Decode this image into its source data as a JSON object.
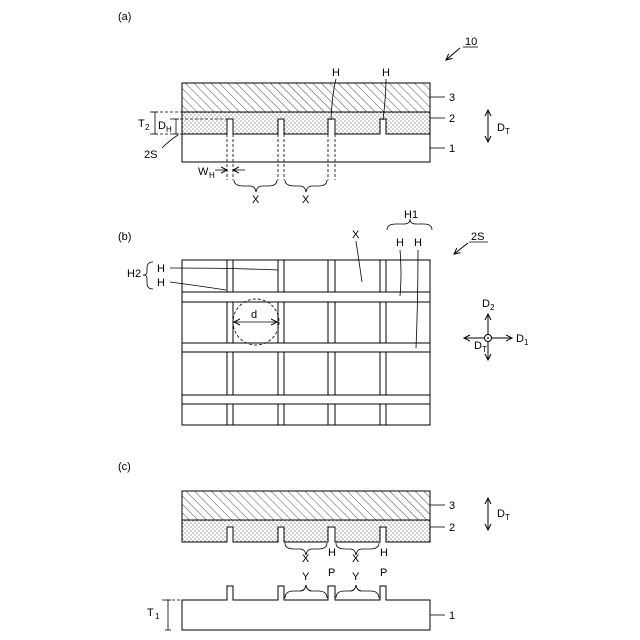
{
  "panels": {
    "a": {
      "tag": "(a)",
      "ref_numeral": "10",
      "layer_labels": {
        "top": "3",
        "middle": "2",
        "bottom": "1"
      },
      "hole_labels": {
        "h_left": "H",
        "h_right": "H"
      },
      "dim_labels": {
        "t2": "T",
        "t2_sub": "2",
        "dh": "D",
        "dh_sub": "H",
        "surface": "2S",
        "wh": "W",
        "wh_sub": "H"
      },
      "gap_labels": {
        "x_left": "X",
        "x_right": "X"
      },
      "direction": {
        "main": "D",
        "sub": "T"
      }
    },
    "b": {
      "tag": "(b)",
      "surface": "2S",
      "x_label": "X",
      "h1_group": "H1",
      "h1_left": "H",
      "h1_right": "H",
      "h2_group": "H2",
      "h2_top": "H",
      "h2_bottom": "H",
      "diameter": "d",
      "axes": {
        "d2": "D",
        "d2_sub": "2",
        "d1": "D",
        "d1_sub": "1",
        "dt": "D",
        "dt_sub": "T"
      }
    },
    "c": {
      "tag": "(c)",
      "layer_labels": {
        "top": "3",
        "middle": "2",
        "bottom": "1"
      },
      "direction": {
        "main": "D",
        "sub": "T"
      },
      "upper_labels": {
        "x1": "X",
        "h1": "H",
        "x2": "X",
        "h2": "H"
      },
      "lower_labels": {
        "y1": "Y",
        "p1": "P",
        "y2": "Y",
        "p2": "P"
      },
      "t1": "T",
      "t1_sub": "1"
    }
  },
  "colors": {
    "ink": "#000000",
    "paper": "#ffffff"
  }
}
